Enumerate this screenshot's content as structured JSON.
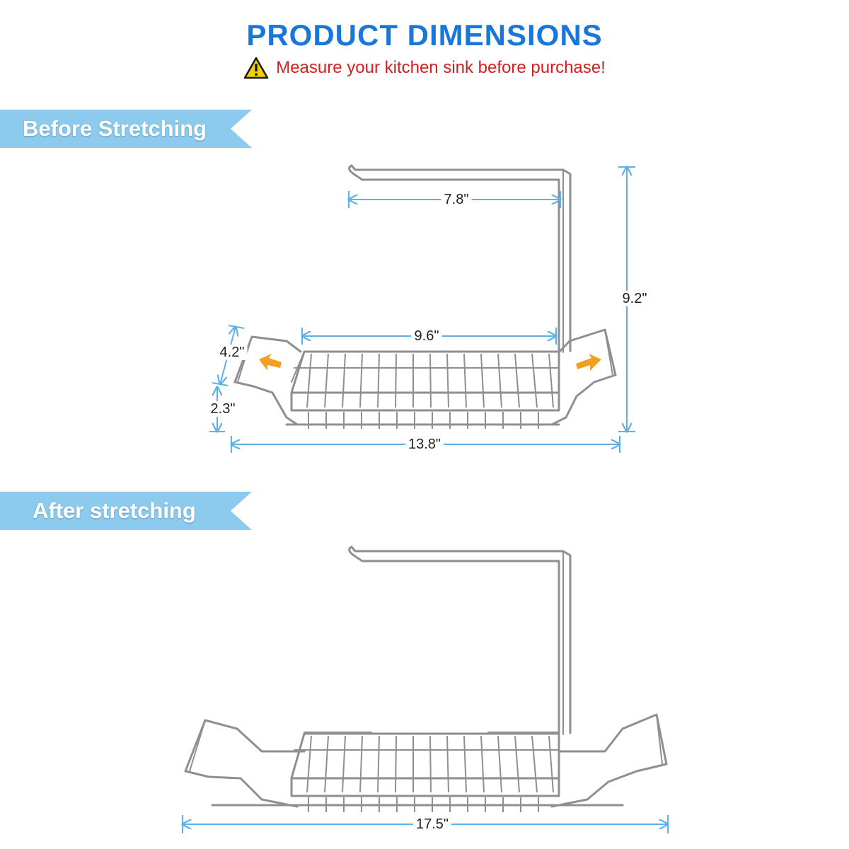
{
  "header": {
    "title": "PRODUCT DIMENSIONS",
    "warning": "Measure your kitchen sink before purchase!",
    "warning_icon": "warning-triangle-icon"
  },
  "sections": {
    "before": {
      "label": "Before Stretching",
      "dimensions": {
        "handle_width": "7.8\"",
        "basket_width": "9.6\"",
        "height": "9.2\"",
        "depth": "4.2\"",
        "basket_height": "2.3\"",
        "total_width": "13.8\""
      }
    },
    "after": {
      "label": "After stretching",
      "dimensions": {
        "total_width": "17.5\""
      }
    }
  },
  "colors": {
    "title": "#1877d8",
    "warning_text": "#d42020",
    "banner": "#8ccbee",
    "dimension_line": "#5fb0e6",
    "wire": "#8f8f8f",
    "tray_arrow": "#f3a020"
  }
}
